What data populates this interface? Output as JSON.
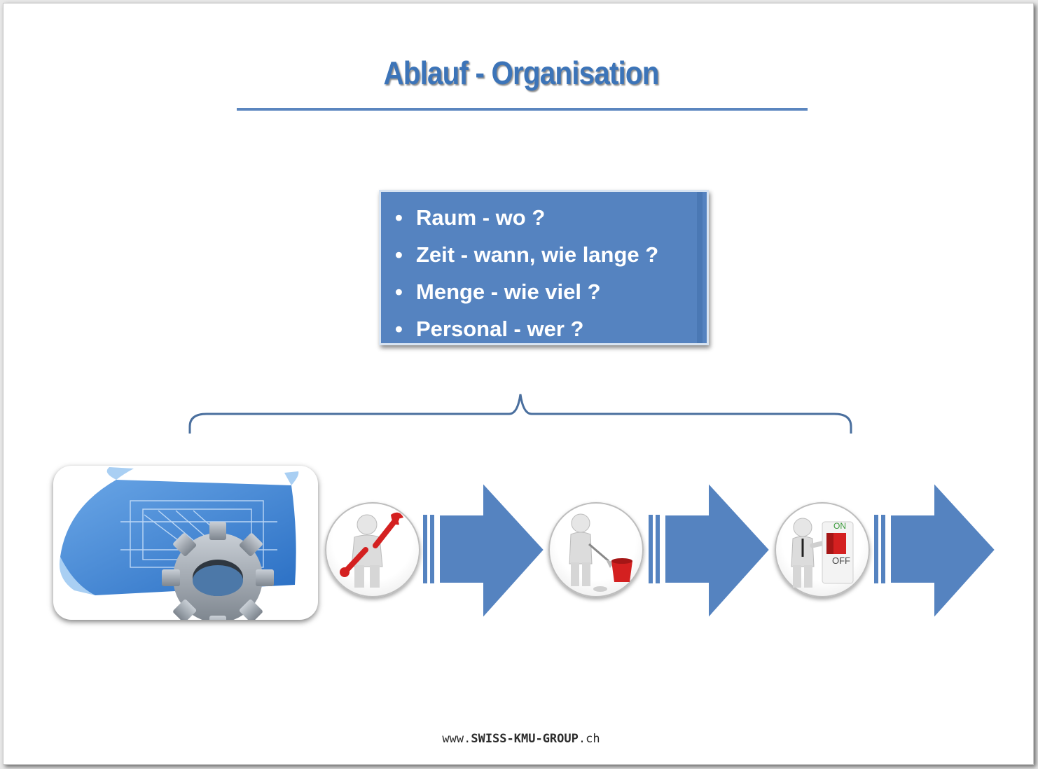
{
  "title": "Ablauf - Organisation",
  "bullets": [
    "Raum - wo ?",
    "Zeit - wann, wie lange ?",
    "Menge - wie viel ?",
    "Personal - wer ?"
  ],
  "icons": [
    "blueprint-gear-icon",
    "mechanic-wrench-icon",
    "cleaner-mop-bucket-icon",
    "switch-on-off-icon"
  ],
  "switch": {
    "on_label": "ON",
    "off_label": "OFF"
  },
  "footer": {
    "prefix": "www.",
    "domain": "SWISS-KMU-GROUP",
    "suffix": ".ch"
  },
  "colors": {
    "primary": "#5583c0",
    "title": "#3c74b8",
    "accent_red": "#d42020"
  }
}
